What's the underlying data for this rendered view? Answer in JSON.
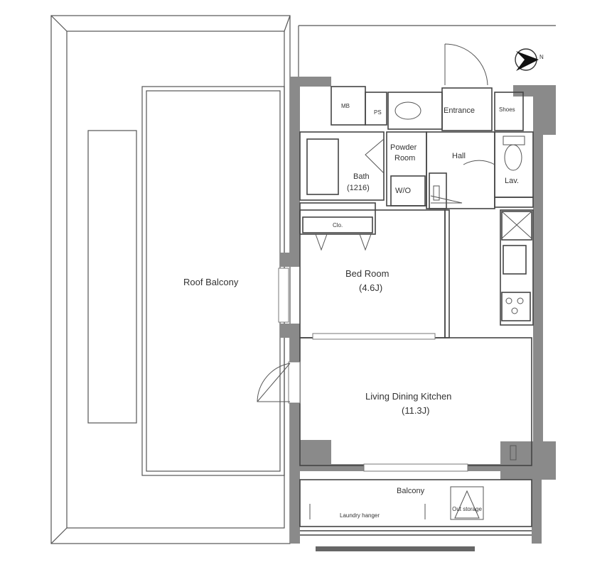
{
  "rooms": {
    "roof_balcony": "Roof Balcony",
    "bed_room": "Bed Room",
    "bed_room_area": "(4.6J)",
    "ldk": "Living Dining Kitchen",
    "ldk_area": "(11.3J)",
    "balcony": "Balcony",
    "entrance": "Entrance",
    "hall": "Hall",
    "powder_room_l1": "Powder",
    "powder_room_l2": "Room",
    "bath": "Bath",
    "bath_size": "(1216)",
    "walk_in": "W/O",
    "lavatory": "Lav."
  },
  "fixtures": {
    "closet": "Clo.",
    "laundry_hanger": "Laundry hanger",
    "shoes_box": "Shoes",
    "outdoor_storage": "Out storage",
    "ps": "PS",
    "mb": "MB"
  },
  "compass": {
    "icon": "north-arrow-icon",
    "label": "N"
  },
  "colors": {
    "wall": "#8a8a8a",
    "line": "#444444",
    "background": "#ffffff"
  }
}
